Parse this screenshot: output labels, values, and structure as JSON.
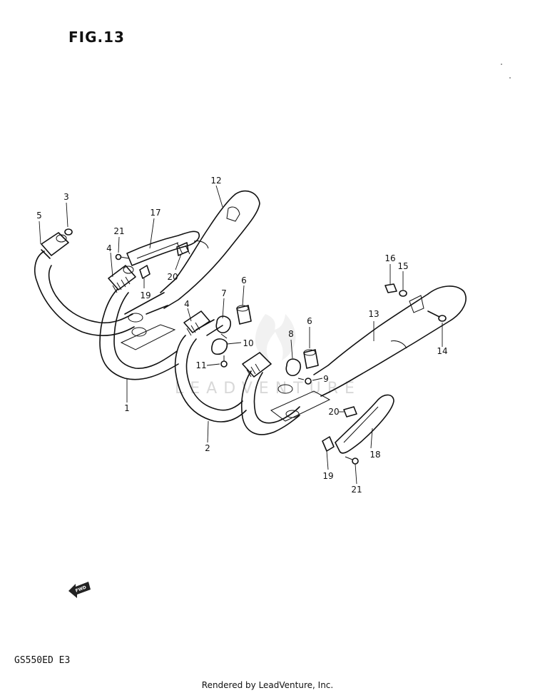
{
  "figure_title": "FIG.13",
  "model_code": "GS550ED  E3",
  "footer_text": "Rendered by LeadVenture, Inc.",
  "watermark_text": "LEADVENTURE",
  "fwd_label": "FWD",
  "callouts": {
    "c1": "1",
    "c2": "2",
    "c3": "3",
    "c4a": "4",
    "c4b": "4",
    "c5": "5",
    "c6a": "6",
    "c6b": "6",
    "c7": "7",
    "c8": "8",
    "c9": "9",
    "c10": "10",
    "c11": "11",
    "c12": "12",
    "c13": "13",
    "c14": "14",
    "c15": "15",
    "c16": "16",
    "c17": "17",
    "c18": "18",
    "c19a": "19",
    "c19b": "19",
    "c20a": "20",
    "c20b": "20",
    "c21a": "21",
    "c21b": "21"
  }
}
